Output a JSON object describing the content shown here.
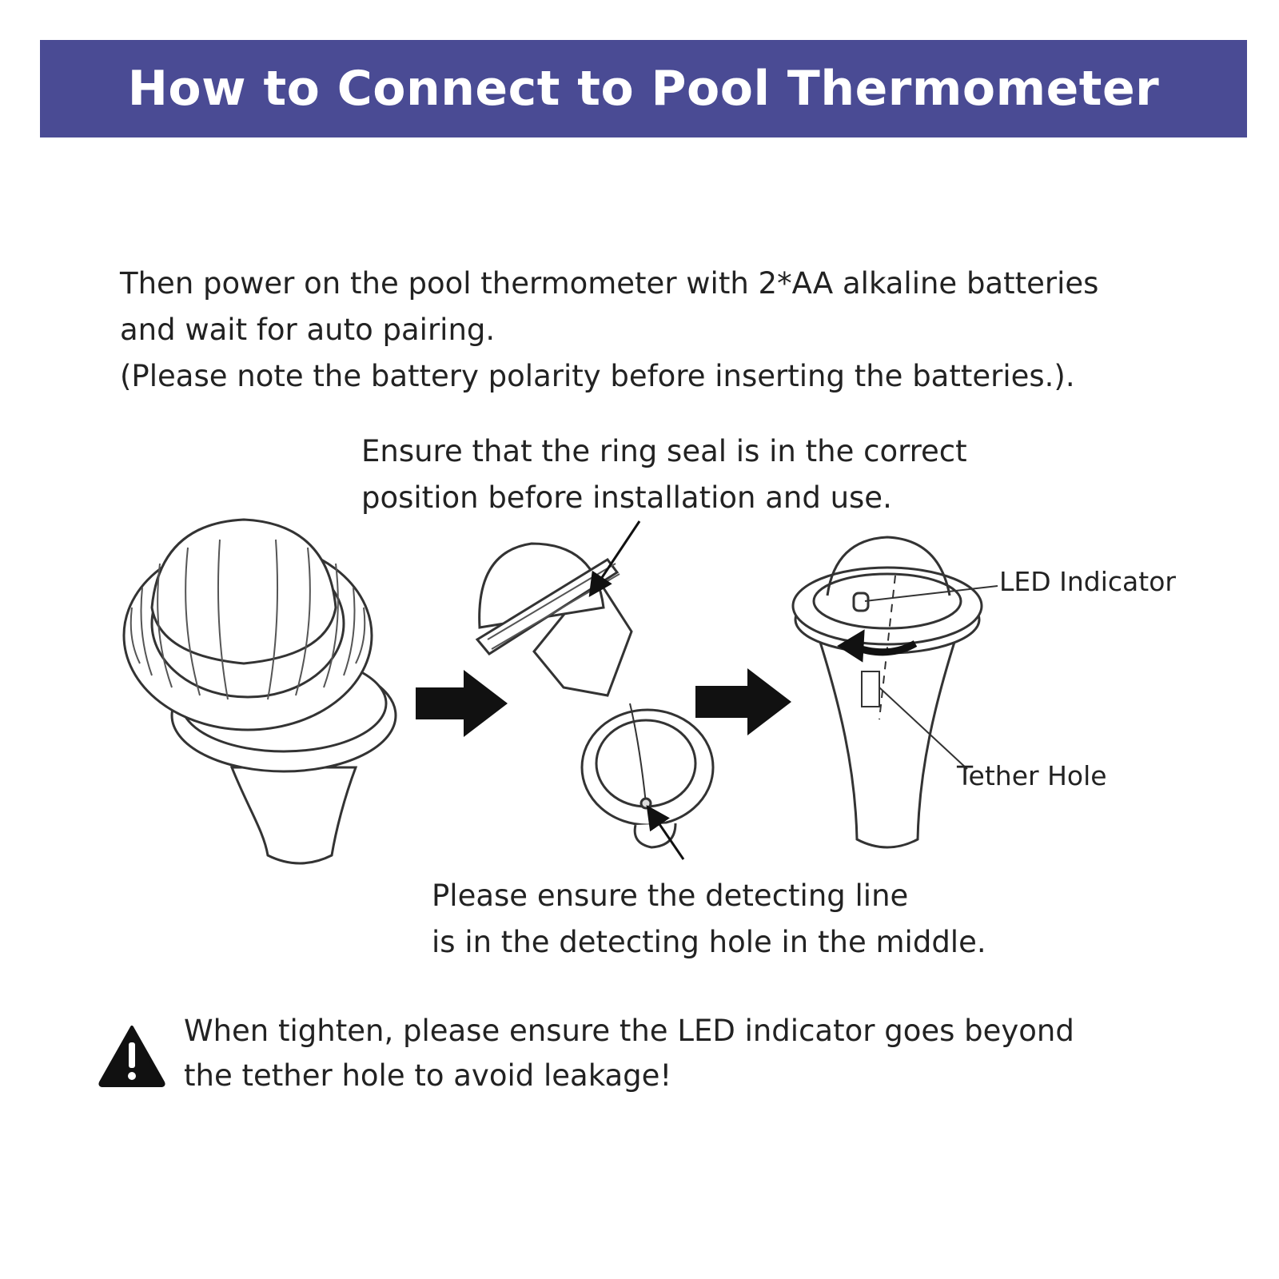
{
  "banner": {
    "title": "How to Connect to Pool Thermometer",
    "background": "#4a4b94"
  },
  "intro": {
    "lines": [
      "Then power on the pool thermometer with 2*AA alkaline batteries",
      "and  wait for auto pairing.",
      "(Please note the battery polarity before inserting the batteries.)."
    ]
  },
  "ring_seal_note": {
    "lines": [
      "Ensure that the ring seal is in the correct",
      "position before installation and use."
    ]
  },
  "callouts": {
    "led_indicator": "LED Indicator",
    "tether_hole": "Tether Hole"
  },
  "detecting_note": {
    "lines": [
      "Please ensure the detecting line",
      "is in the detecting hole in the middle."
    ]
  },
  "warning": {
    "icon": "warning-triangle-icon",
    "lines": [
      "When tighten, please ensure the LED indicator goes beyond",
      "the tether hole to avoid leakage!"
    ]
  }
}
